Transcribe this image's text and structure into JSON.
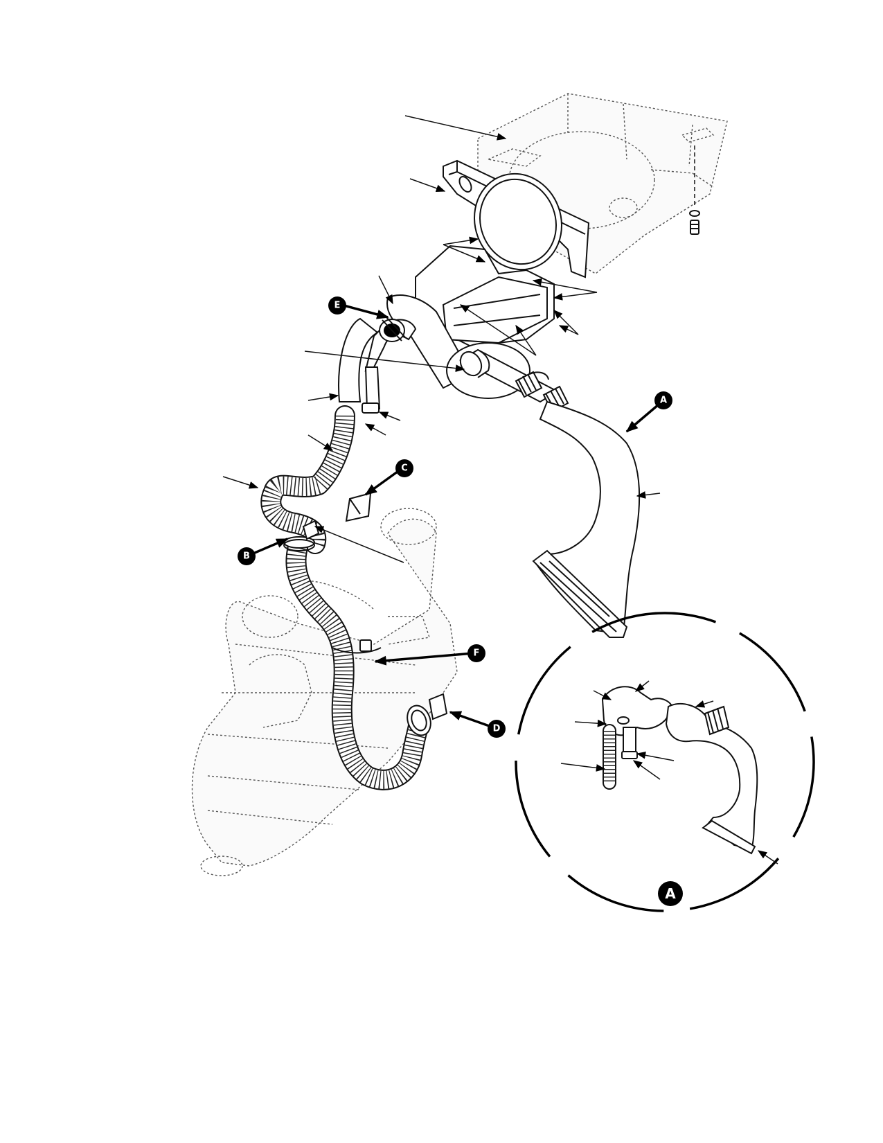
{
  "callouts": {
    "a_main": "A",
    "b": "B",
    "c": "C",
    "d": "D",
    "e": "E",
    "f": "F",
    "a_detail": "A"
  },
  "colors": {
    "ink": "#111111",
    "ghost": "#555555",
    "paper": "#ffffff"
  }
}
